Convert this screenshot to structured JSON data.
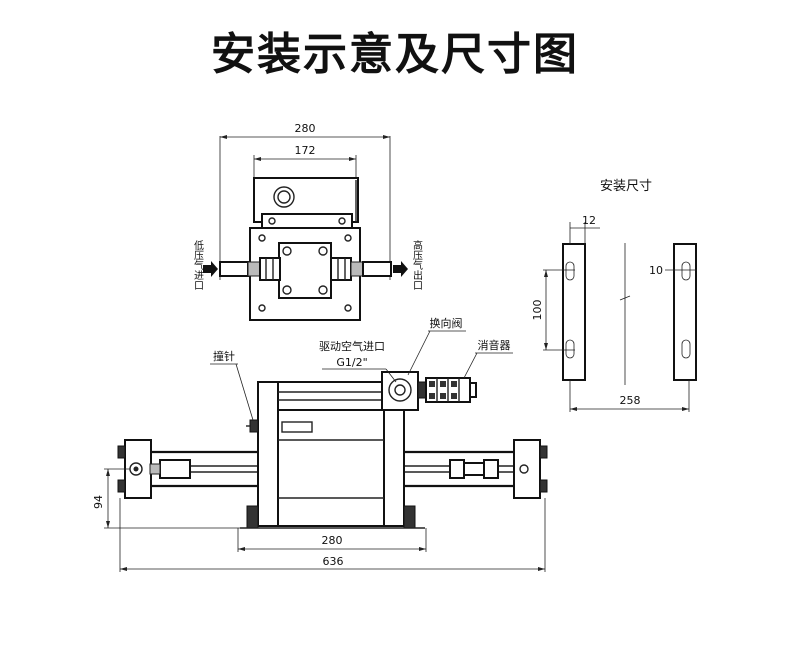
{
  "title": "安装示意及尺寸图",
  "top_view": {
    "dim_overall": "280",
    "dim_inner": "172",
    "inlet_label": "低压气进口",
    "outlet_label": "高压气出口"
  },
  "mount_view": {
    "title": "安装尺寸",
    "dim_slot_width": "12",
    "dim_hole_spacing": "100",
    "dim_slot": "10",
    "dim_rail_spacing": "258"
  },
  "front_view": {
    "label_valve": "换向阀",
    "label_drive_inlet": "驱动空气进口",
    "label_drive_thread": "G1/2\"",
    "label_muffler": "消音器",
    "label_striker": "撞针",
    "dim_height": "94",
    "dim_body_length": "280",
    "dim_overall_length": "636"
  }
}
